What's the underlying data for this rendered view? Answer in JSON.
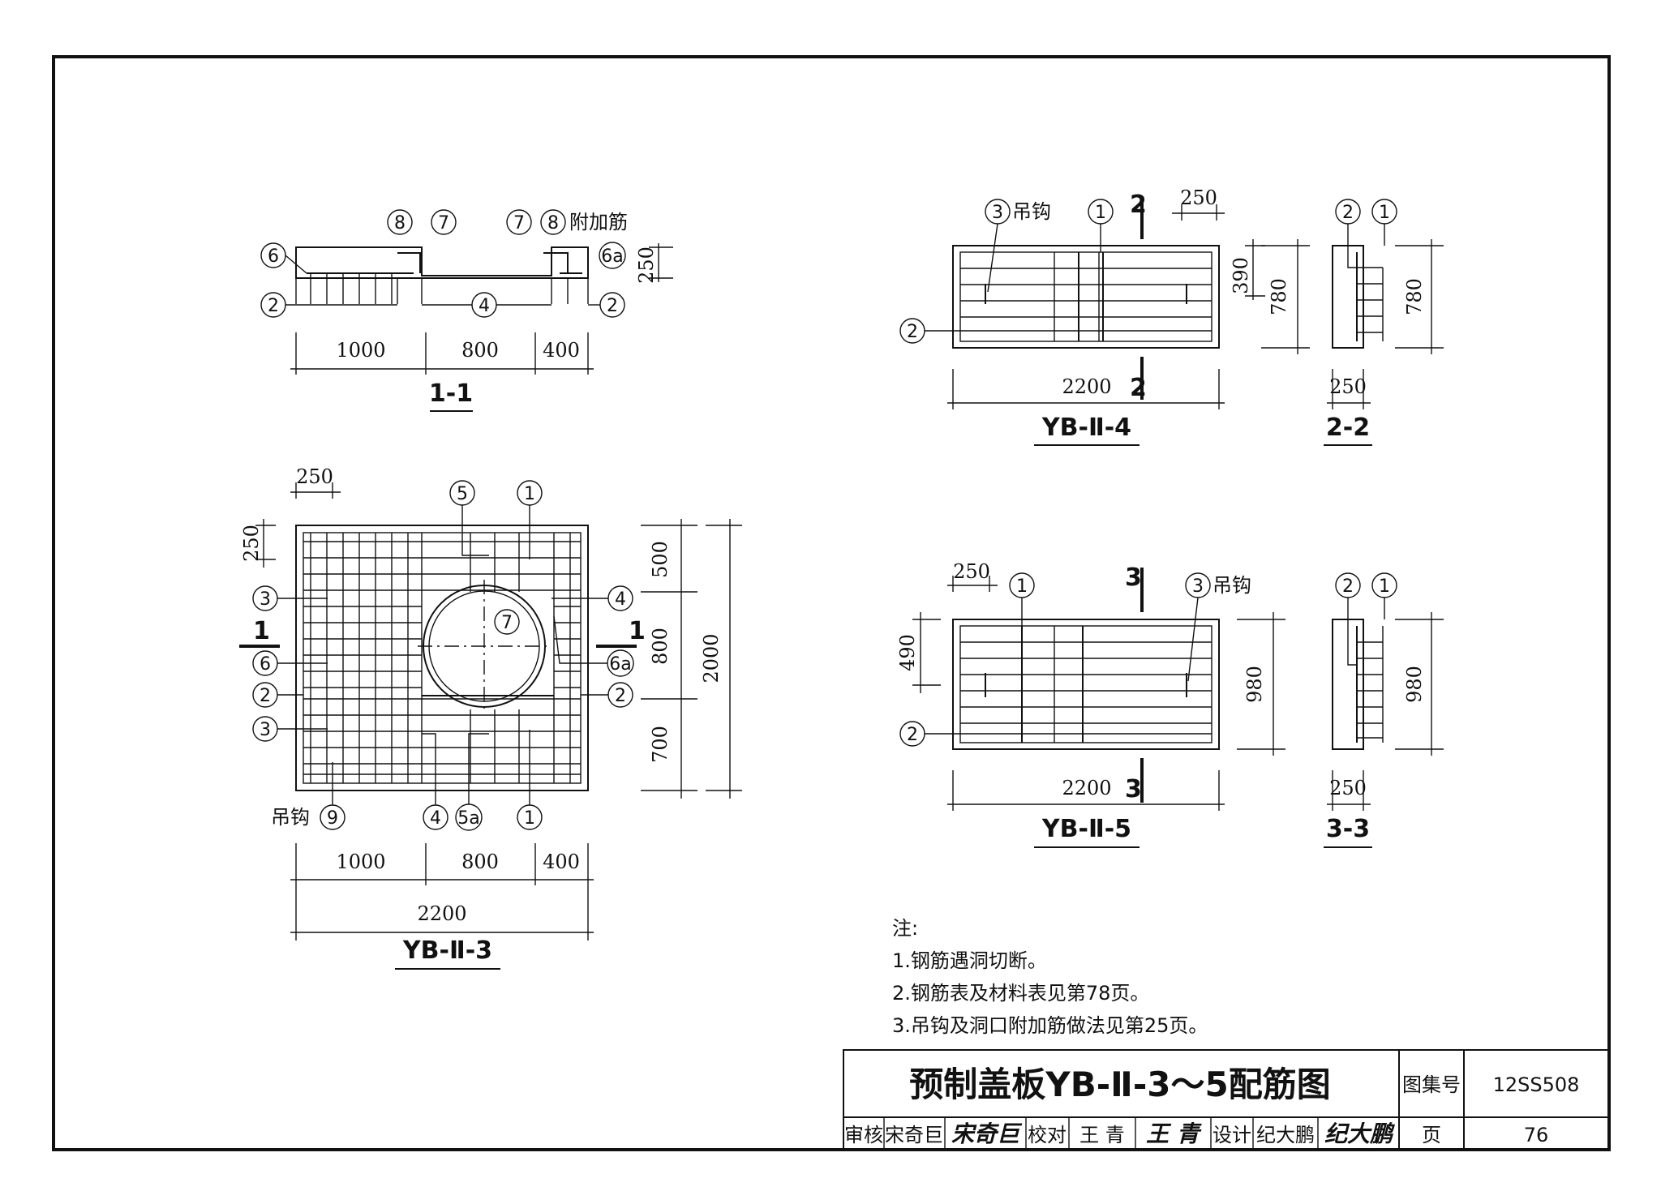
{
  "section_1_1": {
    "callouts": [
      "⑧",
      "⑦",
      "⑦",
      "⑧",
      "⑥",
      "⑥a",
      "②",
      "④",
      "②"
    ],
    "extra_rebar_label": "附加筋",
    "dim_thickness": "250",
    "dims": [
      "1000",
      "800",
      "400"
    ],
    "title": "1-1"
  },
  "plan_yb3": {
    "dims_top": [
      "250",
      "250"
    ],
    "dims_right": [
      "500",
      "800",
      "700",
      "2000"
    ],
    "dims_bottom": [
      "1000",
      "800",
      "400",
      "2200"
    ],
    "callouts_left": [
      "③",
      "⑥",
      "②",
      "③"
    ],
    "callouts_right": [
      "④",
      "⑥a",
      "②"
    ],
    "callouts_top": [
      "⑤",
      "①"
    ],
    "callouts_bottom": [
      "⑨",
      "④",
      "⑤a",
      "①"
    ],
    "circle_label": "⑦",
    "hook_label": "吊钩",
    "section_marks": [
      "1",
      "1"
    ],
    "title": "YB-Ⅱ-3"
  },
  "plan_yb4": {
    "callouts": [
      "③",
      "①",
      "②"
    ],
    "hook_label": "吊钩",
    "section_marks": [
      "2",
      "2"
    ],
    "dims": [
      "250",
      "390",
      "780",
      "2200"
    ],
    "title": "YB-Ⅱ-4"
  },
  "section_2_2": {
    "callouts": [
      "②",
      "①"
    ],
    "dims": [
      "780",
      "250"
    ],
    "title": "2-2"
  },
  "plan_yb5": {
    "callouts": [
      "①",
      "③",
      "②"
    ],
    "hook_label": "吊钩",
    "section_marks": [
      "3",
      "3"
    ],
    "dims": [
      "250",
      "490",
      "980",
      "2200"
    ],
    "title": "YB-Ⅱ-5"
  },
  "section_3_3": {
    "callouts": [
      "②",
      "①"
    ],
    "dims": [
      "980",
      "250"
    ],
    "title": "3-3"
  },
  "notes": {
    "heading": "注:",
    "items": [
      "1.钢筋遇洞切断。",
      "2.钢筋表及材料表见第78页。",
      "3.吊钩及洞口附加筋做法见第25页。"
    ]
  },
  "title_block": {
    "drawing_title": "预制盖板YB-Ⅱ-3～5配筋图",
    "atlas_label": "图集号",
    "atlas_no": "12SS508",
    "review_label": "审核",
    "reviewer": "宋奇巨",
    "check_label": "校对",
    "checker": "王 青",
    "design_label": "设计",
    "designer": "纪大鹏",
    "page_label": "页",
    "page_no": "76"
  }
}
